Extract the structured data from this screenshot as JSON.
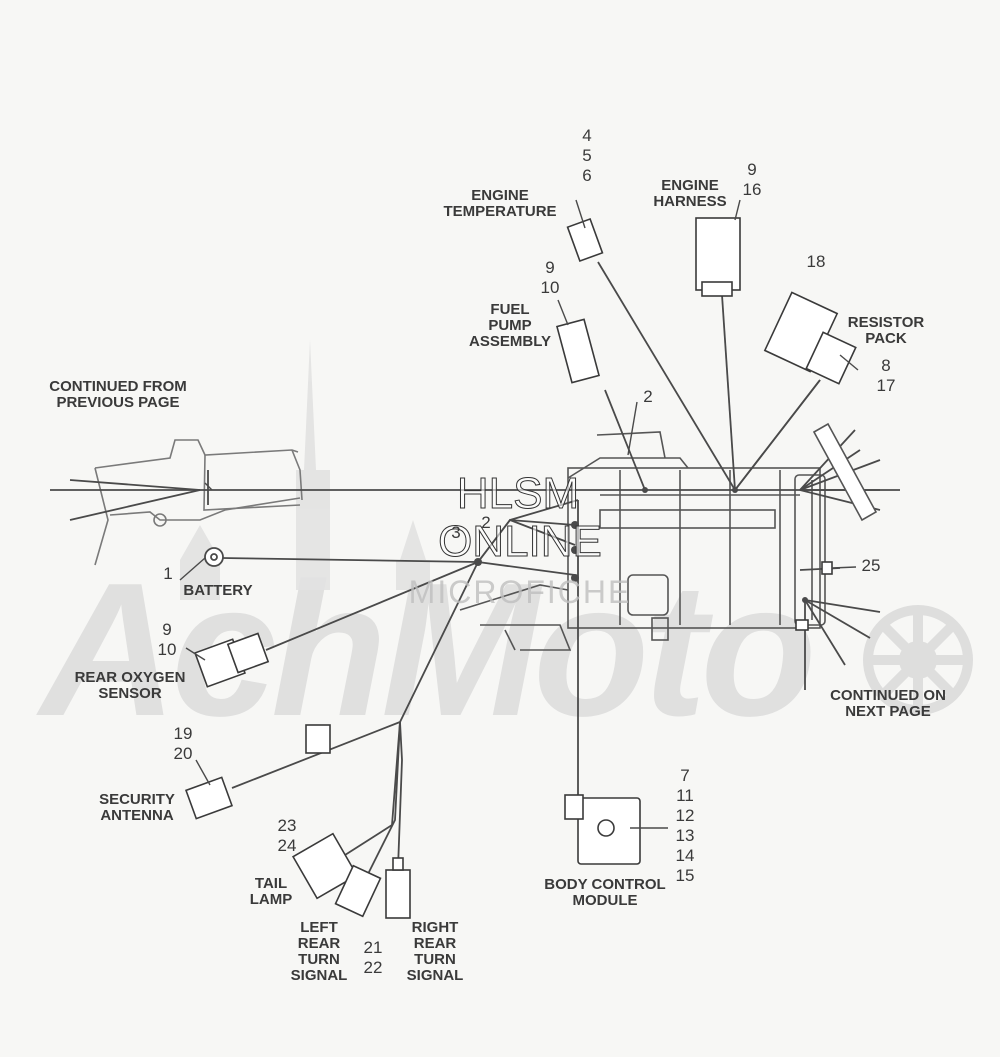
{
  "labels": {
    "engine_temperature": "ENGINE\nTEMPERATURE",
    "engine_harness": "ENGINE\nHARNESS",
    "fuel_pump_assembly": "FUEL\nPUMP\nASSEMBLY",
    "resistor_pack": "RESISTOR\nPACK",
    "continued_from": "CONTINUED FROM\nPREVIOUS PAGE",
    "continued_on": "CONTINUED ON\nNEXT PAGE",
    "battery": "BATTERY",
    "rear_oxygen_sensor": "REAR OXYGEN\nSENSOR",
    "security_antenna": "SECURITY\nANTENNA",
    "tail_lamp": "TAIL\nLAMP",
    "left_rear_turn_signal": "LEFT\nREAR\nTURN\nSIGNAL",
    "right_rear_turn_signal": "RIGHT\nREAR\nTURN\nSIGNAL",
    "body_control_module": "BODY CONTROL\nMODULE"
  },
  "callouts": {
    "engine_temperature": "4\n5\n6",
    "engine_harness": "9\n16",
    "fuel_pump": "9\n10",
    "resistor_top": "18",
    "resistor_bottom": "8\n17",
    "frame_2": "2",
    "mid_2": "2",
    "mid_3": "3",
    "battery": "1",
    "rear_oxygen": "9\n10",
    "security_antenna": "19\n20",
    "tail_lamp": "23\n24",
    "turn_signals": "21\n22",
    "body_control": "7\n11\n12\n13\n14\n15",
    "right_25": "25"
  },
  "watermark": {
    "line1": "HLSM",
    "line2": "ONLINE",
    "line3": "MICROFICHE",
    "brand": "AchMoto"
  },
  "colors": {
    "line": "#4a4a4a",
    "frame": "#7a7a7a",
    "watermark": "#d9d9d9"
  }
}
